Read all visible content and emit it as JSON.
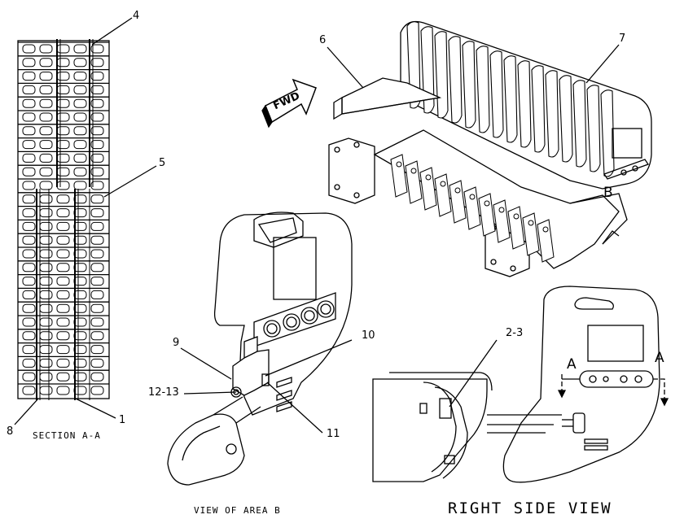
{
  "callouts": {
    "c1": "1",
    "c2_3": "2-3",
    "c4": "4",
    "c5": "5",
    "c6": "6",
    "c7": "7",
    "c8": "8",
    "c9": "9",
    "c10": "10",
    "c11": "11",
    "c12_13": "12-13",
    "cB": "B",
    "cA_left": "A",
    "cA_right": "A"
  },
  "captions": {
    "section_aa": "SECTION A-A",
    "view_area_b": "VIEW OF AREA B",
    "right_side_view": "RIGHT SIDE VIEW"
  },
  "arrow": {
    "fwd_label": "FWD"
  },
  "colors": {
    "line": "#000000",
    "background": "#ffffff"
  }
}
